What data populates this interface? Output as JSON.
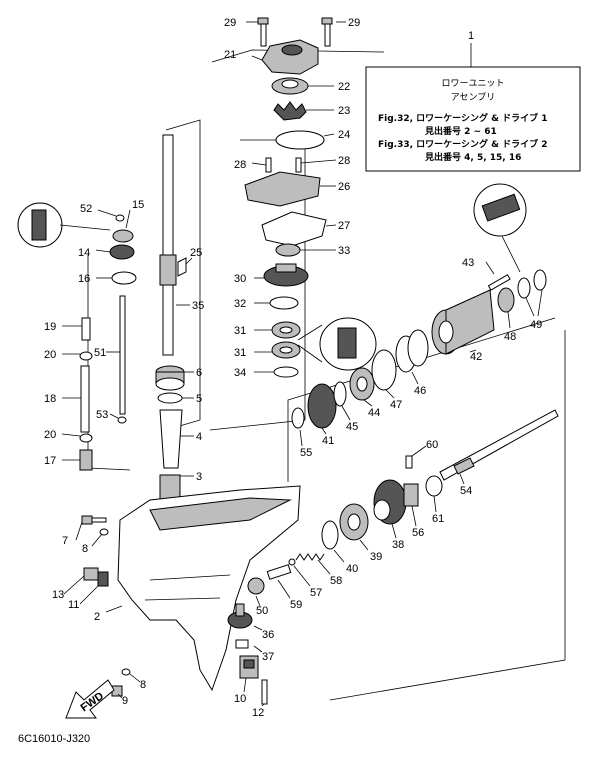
{
  "legend": {
    "index": "1",
    "line1": "ロワーユニット",
    "line2": "アセンブリ",
    "line3": "Fig.32, ロワーケーシング & ドライブ 1",
    "line4": "見出番号 2 ~ 61",
    "line5": "Fig.33, ロワーケーシング & ドライブ 2",
    "line6": "見出番号 4, 5, 15, 16"
  },
  "diagram_code": "6C16010-J320",
  "fwd_label": "FWD",
  "parts": {
    "p29a": "29",
    "p29b": "29",
    "p21": "21",
    "p22": "22",
    "p23": "23",
    "p24": "24",
    "p28a": "28",
    "p28b": "28",
    "p26": "26",
    "p27": "27",
    "p33": "33",
    "p30": "30",
    "p32": "32",
    "p31a": "31",
    "p31b": "31",
    "p34": "34",
    "p25": "25",
    "p35": "35",
    "p6": "6",
    "p5": "5",
    "p4": "4",
    "p3": "3",
    "p52": "52",
    "p15": "15",
    "p14": "14",
    "p16": "16",
    "p19": "19",
    "p20a": "20",
    "p51": "51",
    "p18": "18",
    "p53": "53",
    "p20b": "20",
    "p17": "17",
    "p7": "7",
    "p8a": "8",
    "p13": "13",
    "p11": "11",
    "p2": "2",
    "p8b": "8",
    "p9": "9",
    "p10": "10",
    "p12": "12",
    "p37": "37",
    "p36": "36",
    "p50": "50",
    "p59": "59",
    "p57": "57",
    "p58": "58",
    "p40": "40",
    "p39": "39",
    "p38": "38",
    "p56": "56",
    "p61": "61",
    "p60": "60",
    "p54": "54",
    "p55": "55",
    "p41": "41",
    "p45": "45",
    "p44": "44",
    "p47": "47",
    "p46": "46",
    "p42": "42",
    "p48": "48",
    "p49": "49",
    "p43": "43"
  }
}
